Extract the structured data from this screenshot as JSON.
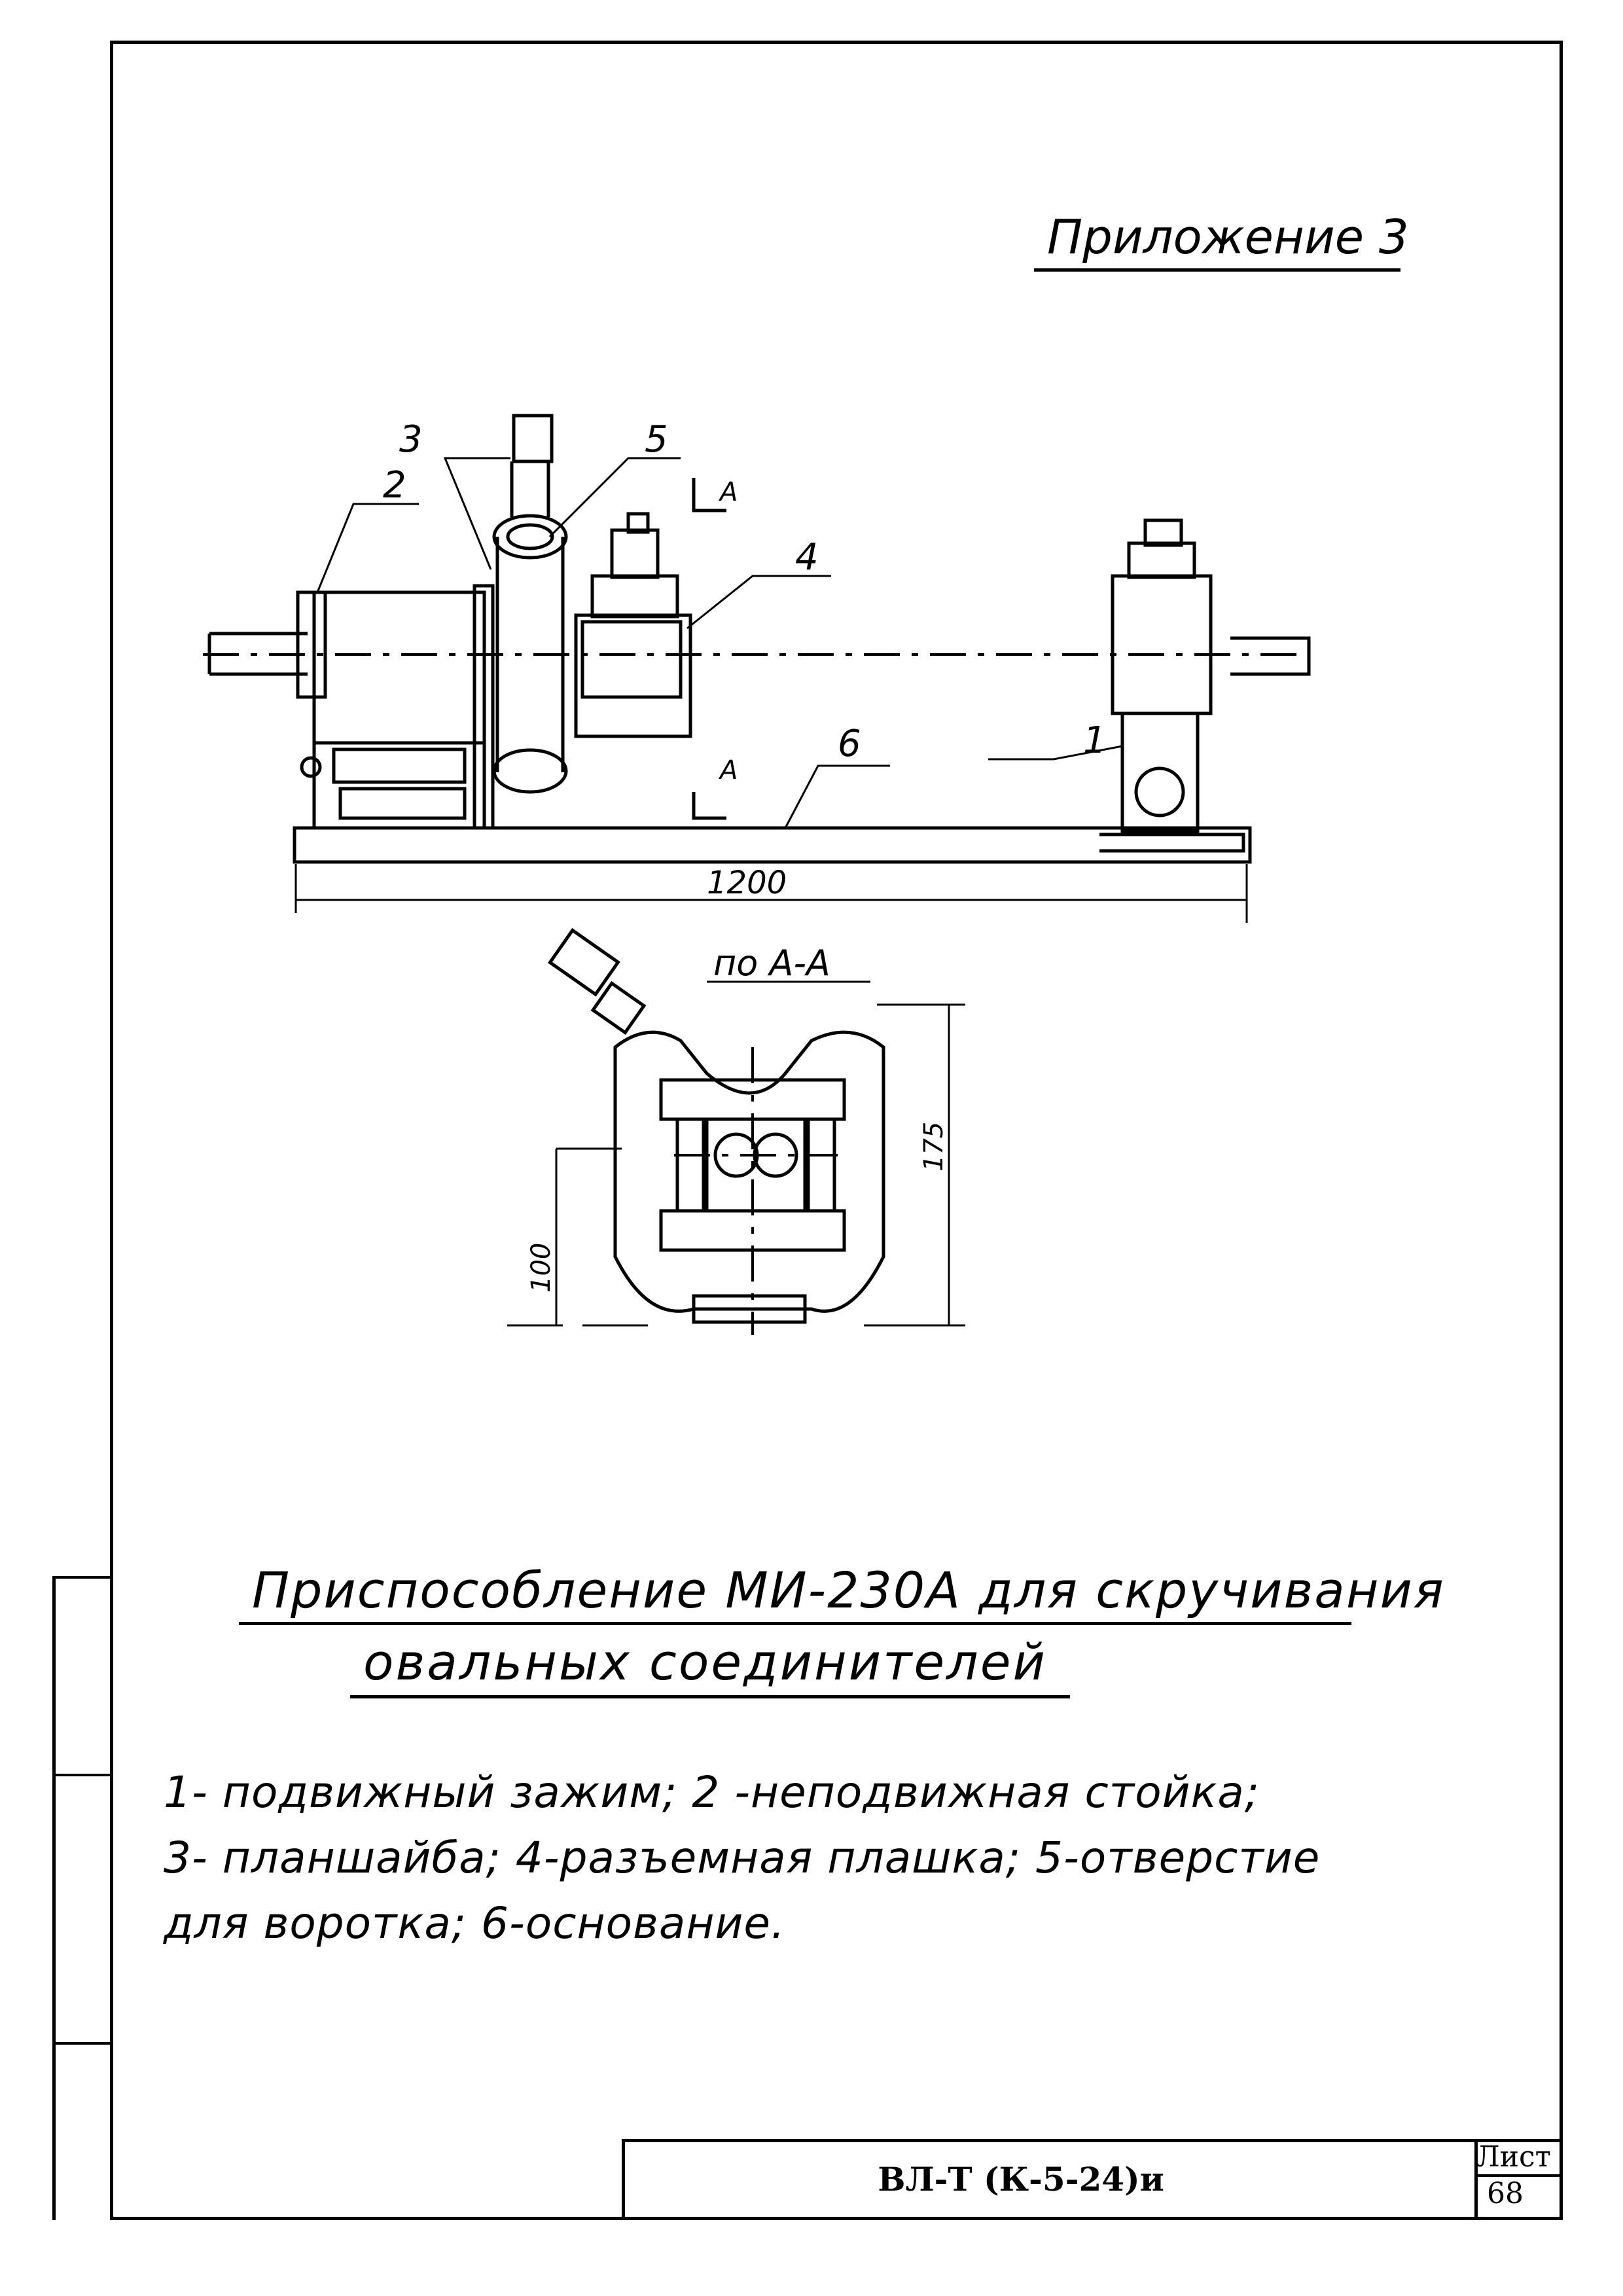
{
  "appendix_label": "Приложение 3",
  "drawing": {
    "callouts": [
      "1",
      "2",
      "3",
      "4",
      "5",
      "6"
    ],
    "section_marker": "А",
    "dim_length": "1200",
    "section_title": "по А-А",
    "dim_height_total": "175",
    "dim_height_base": "100"
  },
  "title": {
    "line1": "Приспособление МИ-230А для скручивания",
    "line2": "овальных соединителей"
  },
  "legend": {
    "line1": "1- подвижный зажим; 2 -неподвижная стойка;",
    "line2": "3- планшайба; 4-разъемная плашка; 5-отверстие",
    "line3": "для воротка; 6-основание."
  },
  "title_block": {
    "code": "ВЛ-Т (К-5-24)и",
    "sheet_label": "Лист",
    "sheet_number": "68"
  }
}
